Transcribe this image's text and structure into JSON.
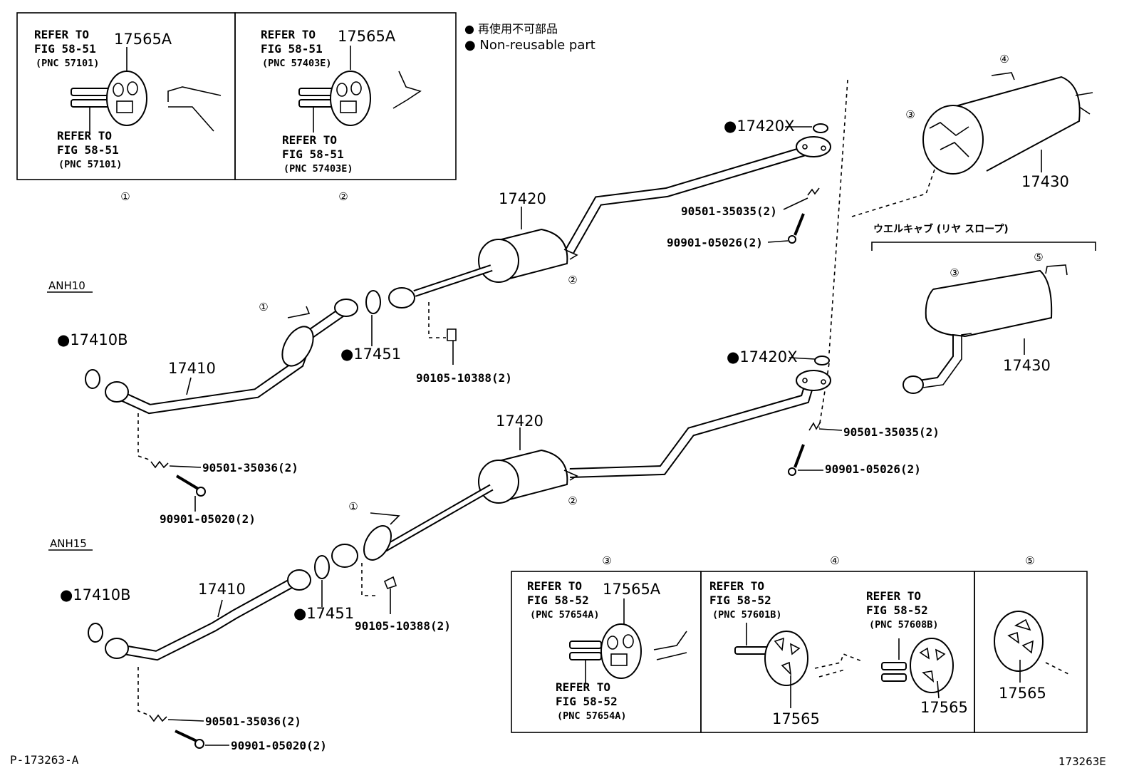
{
  "legend": {
    "japanese": "● 再使用不可部品",
    "english": "● Non-reusable part"
  },
  "models": {
    "top": "ANH10",
    "bottom": "ANH15"
  },
  "detail_numbers": {
    "one": "①",
    "two": "②",
    "three": "③",
    "four": "④",
    "five": "⑤"
  },
  "boxes": {
    "box1": {
      "part": "17565A",
      "ref_top": [
        "REFER TO",
        "FIG 58-51",
        "(PNC 57101)"
      ],
      "ref_bottom": [
        "REFER TO",
        "FIG 58-51",
        "(PNC 57101)"
      ]
    },
    "box2": {
      "part": "17565A",
      "ref_top": [
        "REFER TO",
        "FIG 58-51",
        "(PNC 57403E)"
      ],
      "ref_bottom": [
        "REFER TO",
        "FIG 58-51",
        "(PNC 57403E)"
      ]
    },
    "box3": {
      "part": "17565A",
      "ref_top": [
        "REFER TO",
        "FIG 58-52",
        "(PNC 57654A)"
      ],
      "ref_bottom": [
        "REFER TO",
        "FIG 58-52",
        "(PNC 57654A)"
      ]
    },
    "box4": {
      "ref_left": [
        "REFER TO",
        "FIG 58-52",
        "(PNC 57601B)"
      ],
      "ref_right": [
        "REFER TO",
        "FIG 58-52",
        "(PNC 57608B)"
      ],
      "part_left": "17565",
      "part_right": "17565"
    },
    "box5": {
      "part": "17565"
    }
  },
  "parts": {
    "p17420x_top": "●17420X",
    "p17420x_bottom": "●17420X",
    "p17430_top": "17430",
    "p17430_bottom": "17430",
    "p17420_top": "17420",
    "p17420_bottom": "17420",
    "p17410_top": "17410",
    "p17410_bottom": "17410",
    "p17410b_top": "●17410B",
    "p17410b_bottom": "●17410B",
    "p17451_top": "●17451",
    "p17451_bottom": "●17451",
    "spring_top_right": "90501-35035(2)",
    "bolt_top_right": "90901-05026(2)",
    "spring_mid_right": "90501-35035(2)",
    "bolt_mid_right": "90901-05026(2)",
    "bolt_top_center": "90105-10388(2)",
    "bolt_bottom_center": "90105-10388(2)",
    "spring_top_left": "90501-35036(2)",
    "bolt_top_left": "90901-05020(2)",
    "spring_bottom_left": "90501-35036(2)",
    "bolt_bottom_left": "90901-05020(2)"
  },
  "rear_slope_label": "ウエルキャブ (リヤ スロープ)",
  "footer": {
    "left": "P-173263-A",
    "right": "173263E"
  }
}
